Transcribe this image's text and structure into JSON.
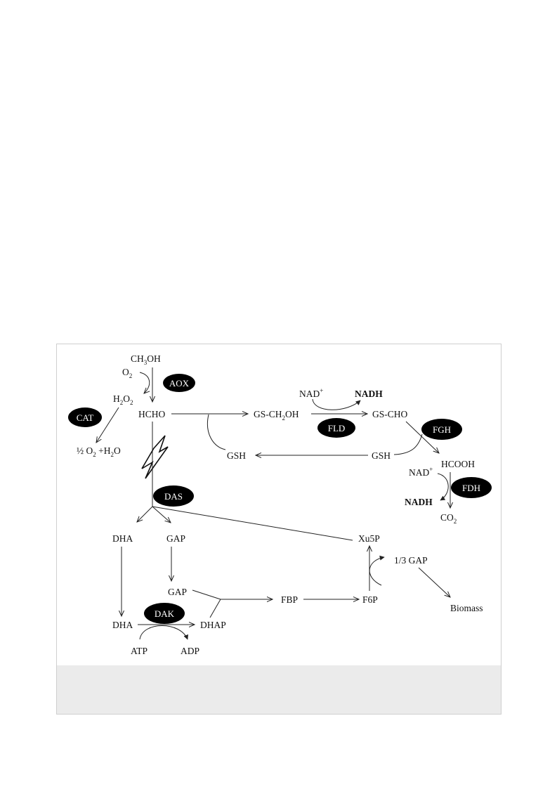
{
  "compounds": {
    "ch3oh": {
      "a": "CH",
      "b": "3",
      "c": "OH"
    },
    "o2_top": {
      "a": "O",
      "b": "2"
    },
    "h2o2": {
      "a": "H",
      "b": "2",
      "c": "O",
      "d": "2"
    },
    "hcho": "HCHO",
    "half_o2_h2o": {
      "a": "½ O",
      "b": "2",
      "c": " +H",
      "d": "2",
      "e": "O"
    },
    "gs_ch2oh": {
      "a": "GS-CH",
      "b": "2",
      "c": "OH"
    },
    "gs_cho": "GS-CHO",
    "nad_fld": {
      "a": "NAD",
      "b": "+"
    },
    "nadh_fld": "NADH",
    "gsh_left": "GSH",
    "gsh_right": "GSH",
    "hcooh": "HCOOH",
    "nad_fdh": {
      "a": "NAD",
      "b": "+"
    },
    "nadh_fdh": "NADH",
    "co2": {
      "a": "CO",
      "b": "2"
    },
    "dha_top": "DHA",
    "gap_top": "GAP",
    "gap_mid": "GAP",
    "dha_bottom": "DHA",
    "dhap": "DHAP",
    "atp": "ATP",
    "adp": "ADP",
    "fbp": "FBP",
    "f6p": "F6P",
    "xu5p": "Xu5P",
    "third_gap": "1/3 GAP",
    "biomass": "Biomass"
  },
  "enzymes": {
    "aox": "AOX",
    "cat": "CAT",
    "fld": "FLD",
    "fgh": "FGH",
    "fdh": "FDH",
    "das": "DAS",
    "dak": "DAK"
  },
  "colors": {
    "enzyme_fill": "#000000",
    "enzyme_text": "#ffffff",
    "caption_bar": "#ebebeb",
    "line": "#222222"
  }
}
